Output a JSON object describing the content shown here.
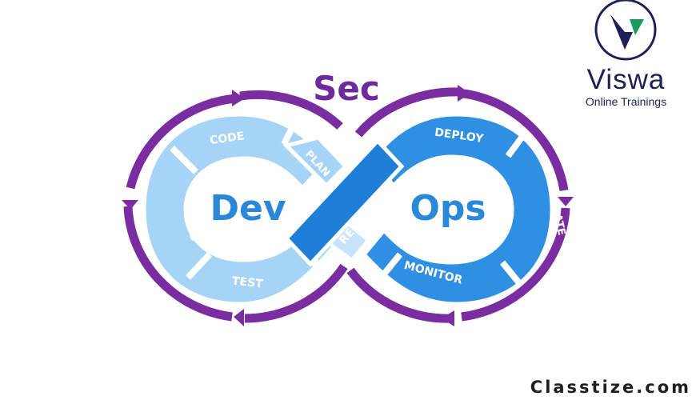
{
  "diagram": {
    "sec_word": "Sec",
    "dev_word": "Dev",
    "ops_word": "Ops",
    "left_segments": [
      "CODE",
      "PLAN",
      "BUILD",
      "TEST"
    ],
    "right_segments": [
      "DEPLOY",
      "OPERATE",
      "MONITOR"
    ],
    "center_segment": "RELEASE",
    "colors": {
      "ring_purple": "#7a2da0",
      "sec_text": "#6d2a9a",
      "left_light_blue": "#a6d4f7",
      "right_blue": "#2f8fe3",
      "band_blue": "#1f7fd6",
      "dev_ops_text": "#2a88d8"
    }
  },
  "brand": {
    "name": "Viswa",
    "tagline": "Online Trainings",
    "emblem_icon": "v-checkmark-icon"
  },
  "watermark": "Classtize.com"
}
